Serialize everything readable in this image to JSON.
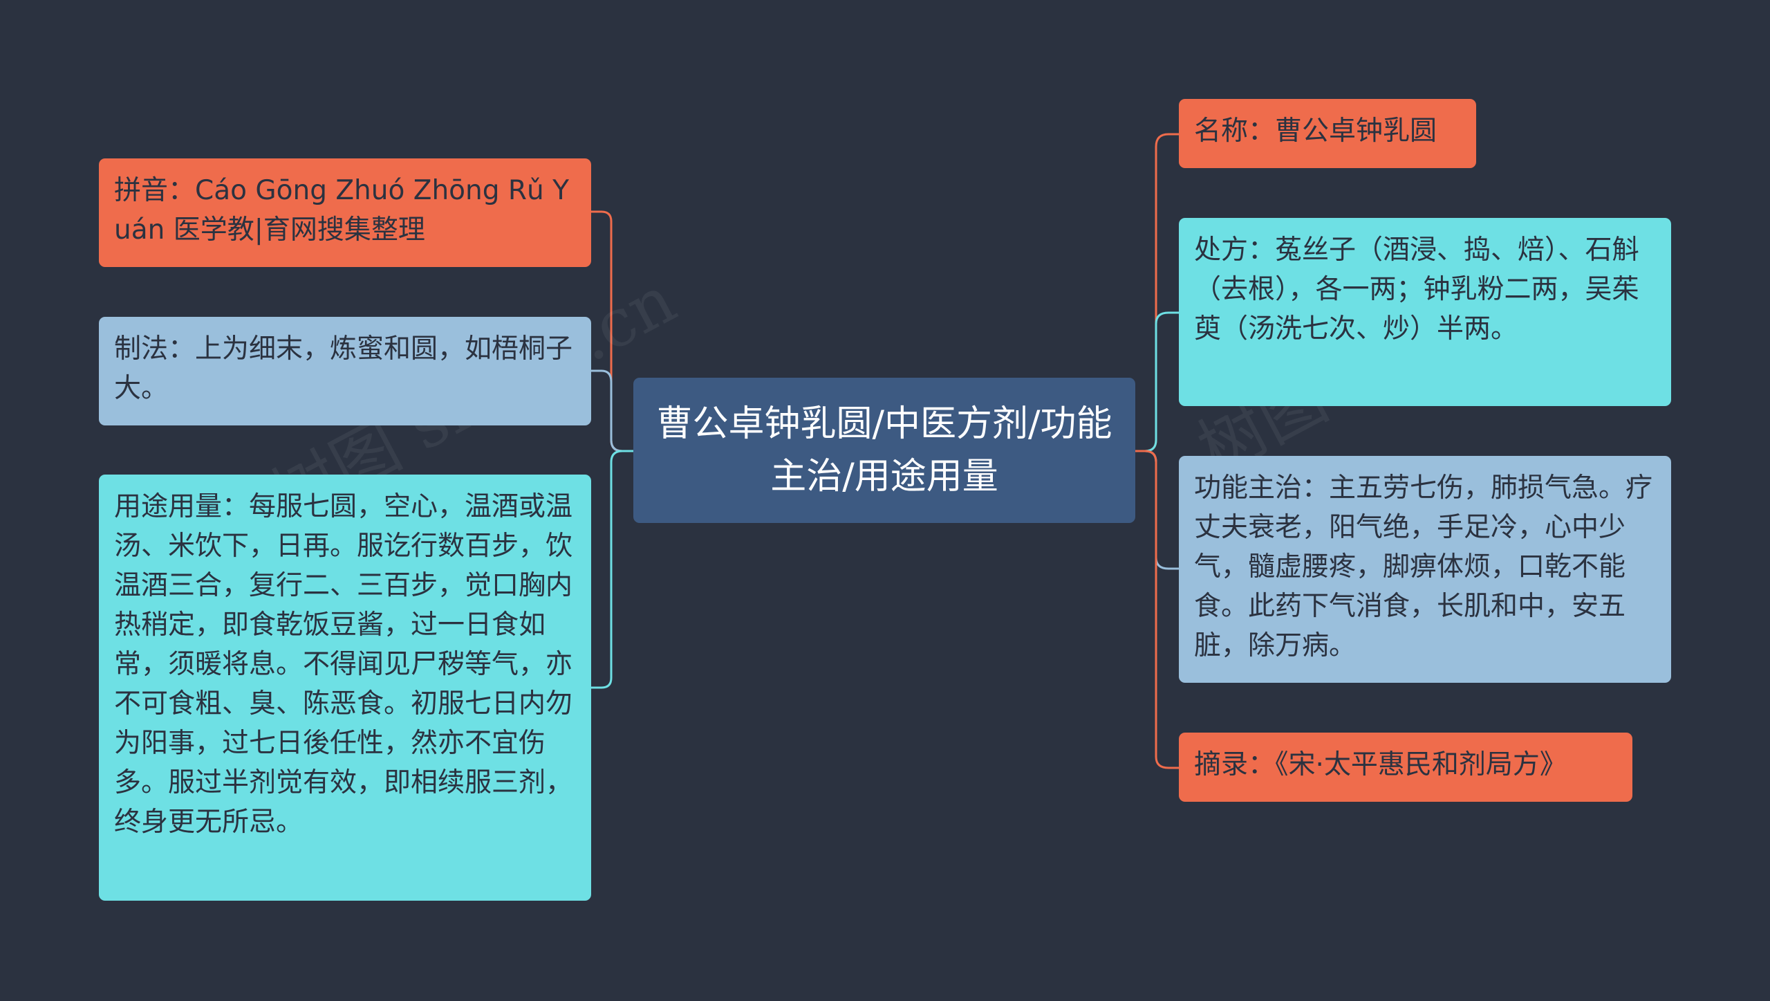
{
  "root": {
    "text": "曹公卓钟乳圆/中医方剂/功能主治/用途用量"
  },
  "left": [
    {
      "text": "拼音：Cáo Gōng Zhuó Zhōng Rǔ Yuán 医学教|育网搜集整理",
      "color": "#ef6c4c"
    },
    {
      "text": "制法：上为细末，炼蜜和圆，如梧桐子大。",
      "color": "#9abfdc"
    },
    {
      "text": "用途用量：每服七圆，空心，温酒或温汤、米饮下，日再。服讫行数百步，饮温酒三合，复行二、三百步，觉口胸内热稍定，即食乾饭豆酱，过一日食如常，须暖将息。不得闻见尸秽等气，亦不可食粗、臭、陈恶食。初服七日内勿为阳事，过七日後任性，然亦不宜伤多。服过半剂觉有效，即相续服三剂，终身更无所忌。",
      "color": "#6ee0e4"
    }
  ],
  "right": [
    {
      "text": "名称：曹公卓钟乳圆",
      "color": "#ef6c4c"
    },
    {
      "text": "处方：菟丝子（酒浸、捣、焙）、石斛（去根），各一两；钟乳粉二两，吴茱萸（汤洗七次、炒）半两。",
      "color": "#6ee0e4"
    },
    {
      "text": "功能主治：主五劳七伤，肺损气急。疗丈夫衰老，阳气绝，手足冷，心中少气，髓虚腰疼，脚痹体烦，口乾不能食。此药下气消食，长肌和中，安五脏，除万病。",
      "color": "#9abfdc"
    },
    {
      "text": "摘录：《宋·太平惠民和剂局方》",
      "color": "#ef6c4c"
    }
  ],
  "watermark": "树图 shutu.cn"
}
